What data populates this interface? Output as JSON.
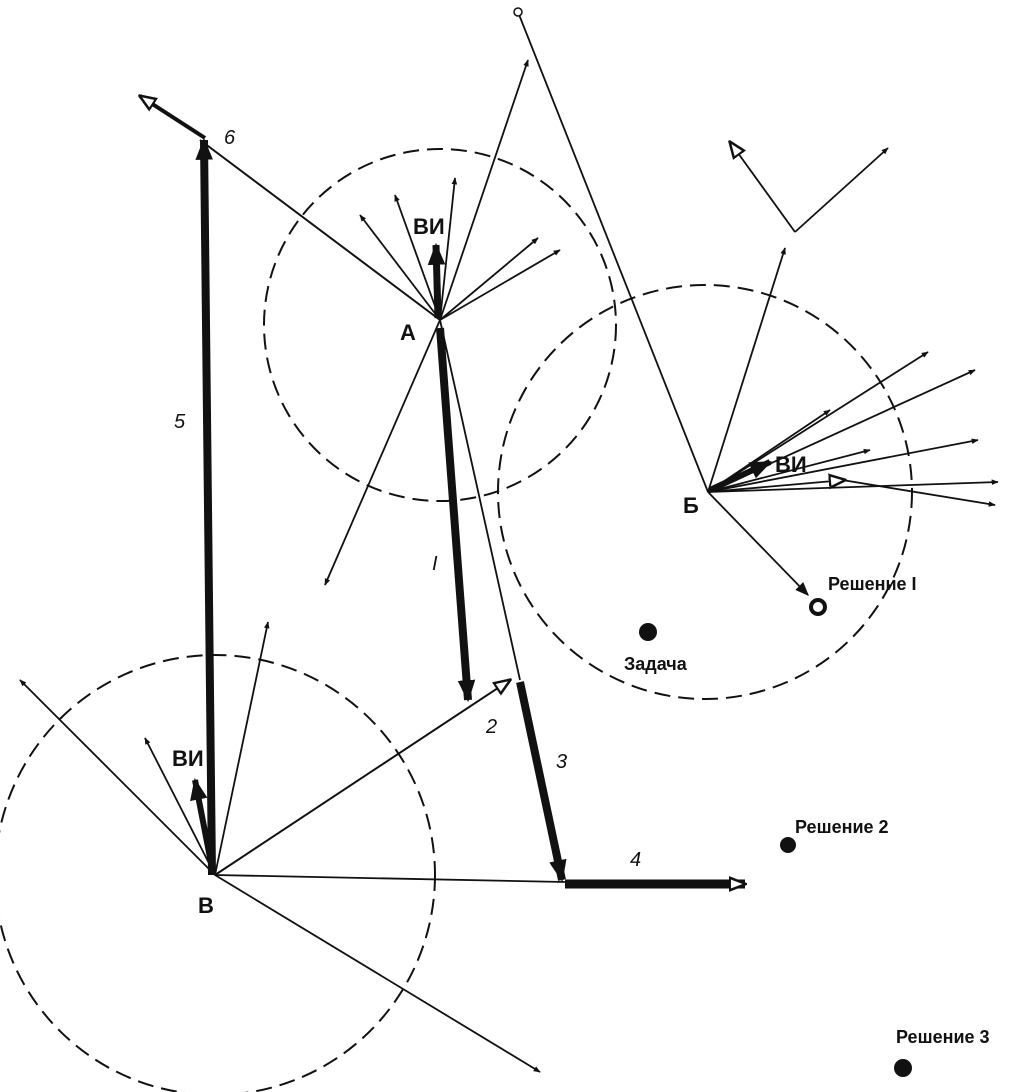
{
  "points": {
    "A": "А",
    "B": "Б",
    "V": "В"
  },
  "vi": {
    "A": "ВИ",
    "B": "ВИ",
    "V": "ВИ"
  },
  "steps": [
    "I",
    "2",
    "3",
    "4",
    "5",
    "6"
  ],
  "markers": {
    "task": "Задача",
    "solution1": "Решение I",
    "solution2": "Решение 2",
    "solution3": "Решение 3"
  },
  "colors": {
    "ink": "#111111",
    "paper": "#ffffff"
  }
}
